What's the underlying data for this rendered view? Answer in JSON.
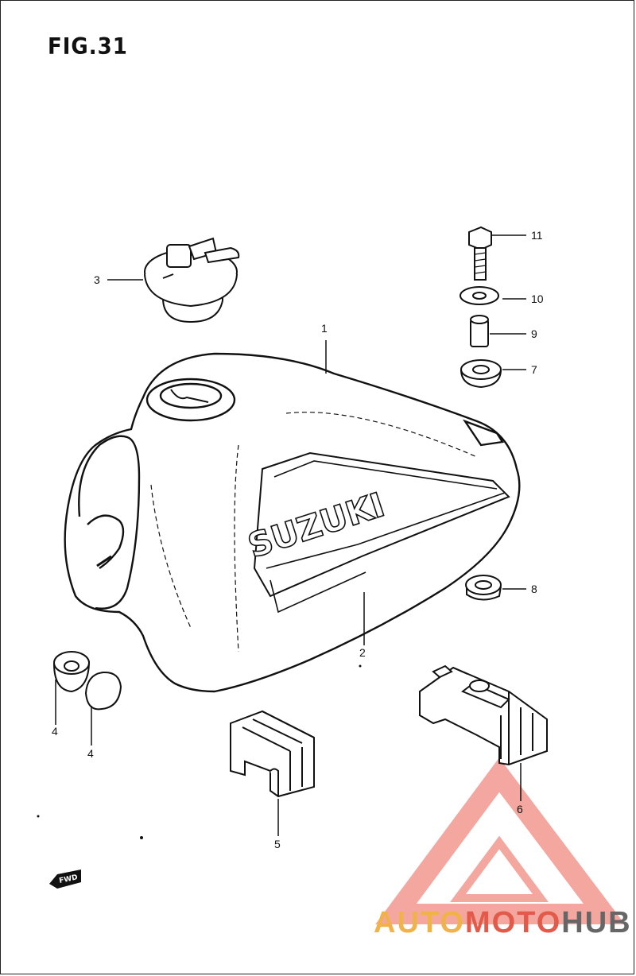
{
  "figure": {
    "title": "FIG.31"
  },
  "parts": [
    {
      "number": "1"
    },
    {
      "number": "2"
    },
    {
      "number": "3"
    },
    {
      "number": "4"
    },
    {
      "number": "4"
    },
    {
      "number": "5"
    },
    {
      "number": "6"
    },
    {
      "number": "7"
    },
    {
      "number": "8"
    },
    {
      "number": "9"
    },
    {
      "number": "10"
    },
    {
      "number": "11"
    }
  ],
  "tank_brand": "SUZUKI",
  "direction_marker": "FWD",
  "watermark": {
    "part1": "AUTO",
    "part2": "MOTO",
    "part3": "HUB",
    "colors": [
      "#f2b24a",
      "#e45a4a",
      "#666666"
    ]
  }
}
